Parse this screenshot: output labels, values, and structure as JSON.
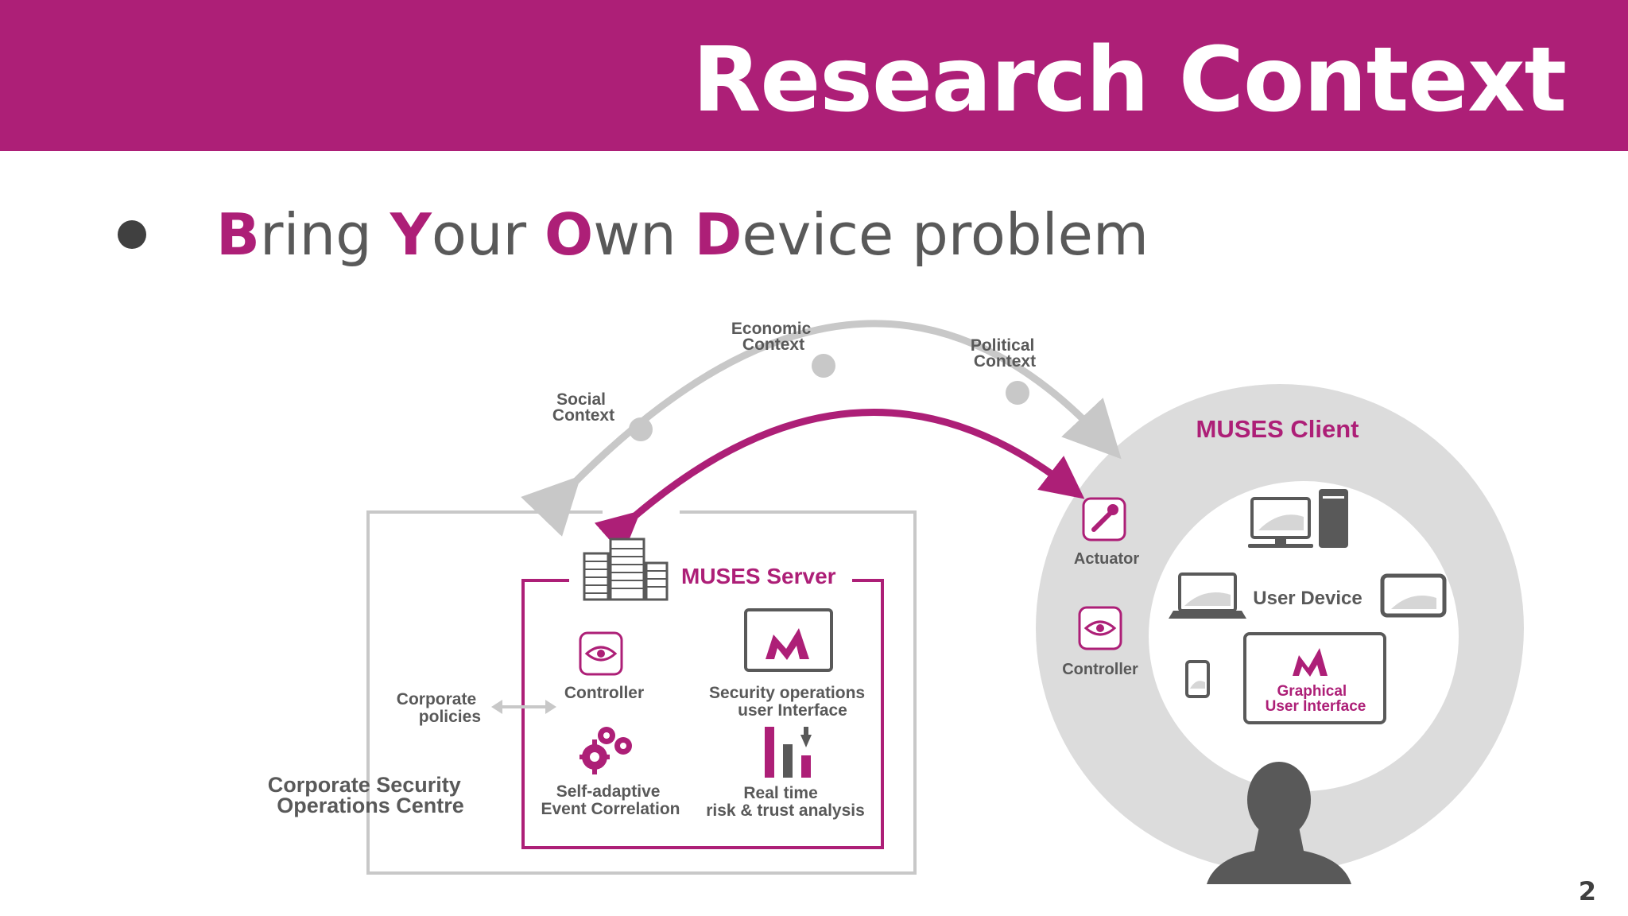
{
  "slide": {
    "title": "Research Context",
    "bullet": {
      "B": "B",
      "ring": "ring ",
      "Y": "Y",
      "our": "our ",
      "O": "O",
      "wn": "wn ",
      "D": "D",
      "evice": "evice problem"
    },
    "page_number": "2"
  },
  "diagram": {
    "contexts": {
      "social": [
        "Social",
        "Context"
      ],
      "economic": [
        "Economic",
        "Context"
      ],
      "political": [
        "Political",
        "Context"
      ]
    },
    "server": {
      "title": "MUSES Server",
      "controller": "Controller",
      "sec_ops": [
        "Security operations",
        "user Interface"
      ],
      "event_corr": [
        "Self-adaptive",
        "Event Correlation"
      ],
      "risk": [
        "Real time",
        "risk & trust analysis"
      ]
    },
    "corporate": {
      "policies": [
        "Corporate",
        "policies"
      ],
      "centre": [
        "Corporate Security",
        "Operations Centre"
      ]
    },
    "client": {
      "title": "MUSES Client",
      "actuator": "Actuator",
      "controller": "Controller",
      "user_device": "User Device",
      "gui": [
        "Graphical",
        "User Interface"
      ]
    }
  },
  "colors": {
    "brand": "#ad1f77",
    "gray": "#c8c8c8",
    "dark": "#404040",
    "text": "#595959"
  },
  "icons": [
    "eye-icon",
    "wrench-icon",
    "gears-icon",
    "bar-chart-icon",
    "muses-logo",
    "building-icon",
    "desktop-icon",
    "laptop-icon",
    "tablet-icon",
    "phone-icon",
    "person-icon"
  ]
}
